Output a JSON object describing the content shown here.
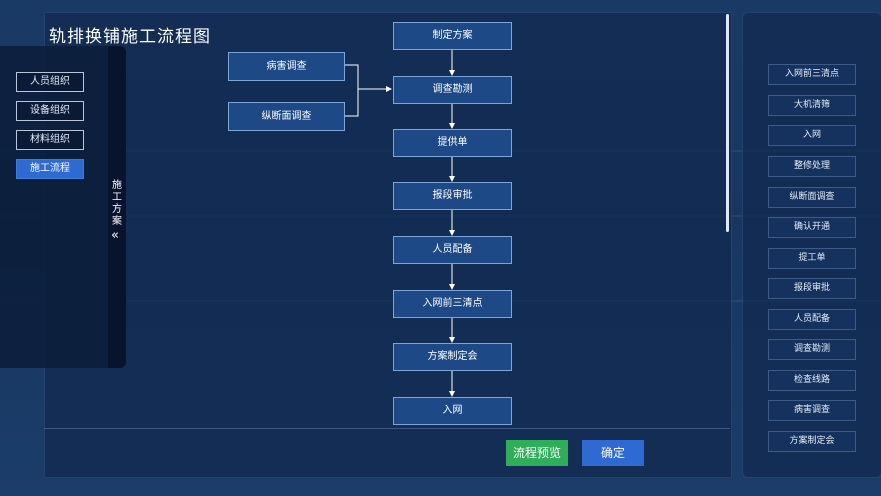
{
  "title": "轨排换铺施工流程图",
  "left_menu": {
    "items": [
      {
        "label": "人员组织",
        "active": false
      },
      {
        "label": "设备组织",
        "active": false
      },
      {
        "label": "材料组织",
        "active": false
      },
      {
        "label": "施工流程",
        "active": true
      }
    ],
    "drawer_label": "施工方案",
    "collapse_arrow": "«"
  },
  "flow": {
    "sources": [
      "病害调查",
      "纵断面调查"
    ],
    "steps": [
      "制定方案",
      "调查勘测",
      "提供单",
      "报段审批",
      "人员配备",
      "入网前三清点",
      "方案制定会",
      "入网"
    ]
  },
  "buttons": {
    "preview": "流程预览",
    "confirm": "确定"
  },
  "right_list": {
    "items": [
      "入网前三清点",
      "大机清筛",
      "入网",
      "整修处理",
      "纵断面调查",
      "确认开通",
      "提工单",
      "报段审批",
      "人员配备",
      "调查勘测",
      "检查线路",
      "病害调查",
      "方案制定会"
    ]
  },
  "colors": {
    "accent_blue": "#2f6ad3",
    "accent_green": "#2fae5a",
    "flow_box": "#1d4a86"
  }
}
